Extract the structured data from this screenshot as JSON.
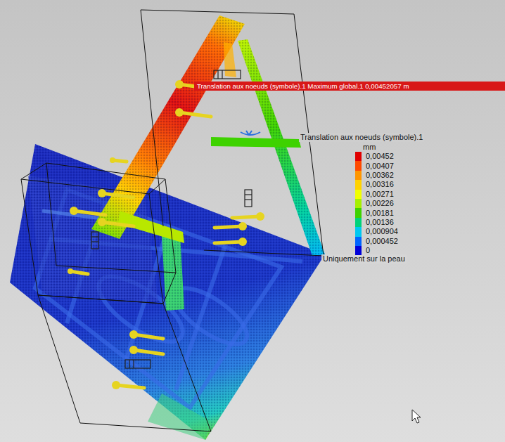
{
  "diagram": {
    "labels": [
      "Translation aux noeuds (symbole).1 Maximum global.1 0,00452057 m",
      "Translation aux noeuds (symbole).1",
      "mm",
      "Uniquement sur la peau"
    ],
    "legend": [
      {
        "text": "0,00452",
        "color": "#e00000"
      },
      {
        "text": "0,00407",
        "color": "#ff4a00"
      },
      {
        "text": "0,00362",
        "color": "#ff9600"
      },
      {
        "text": "0,00316",
        "color": "#ffd200"
      },
      {
        "text": "0,00271",
        "color": "#f0ff00"
      },
      {
        "text": "0,00226",
        "color": "#a6f000"
      },
      {
        "text": "0,00181",
        "color": "#3ed200"
      },
      {
        "text": "0,00136",
        "color": "#00d27a"
      },
      {
        "text": "0,000904",
        "color": "#00c8f0"
      },
      {
        "text": "0,000452",
        "color": "#0064ff"
      },
      {
        "text": "0",
        "color": "#0000d8"
      }
    ]
  }
}
